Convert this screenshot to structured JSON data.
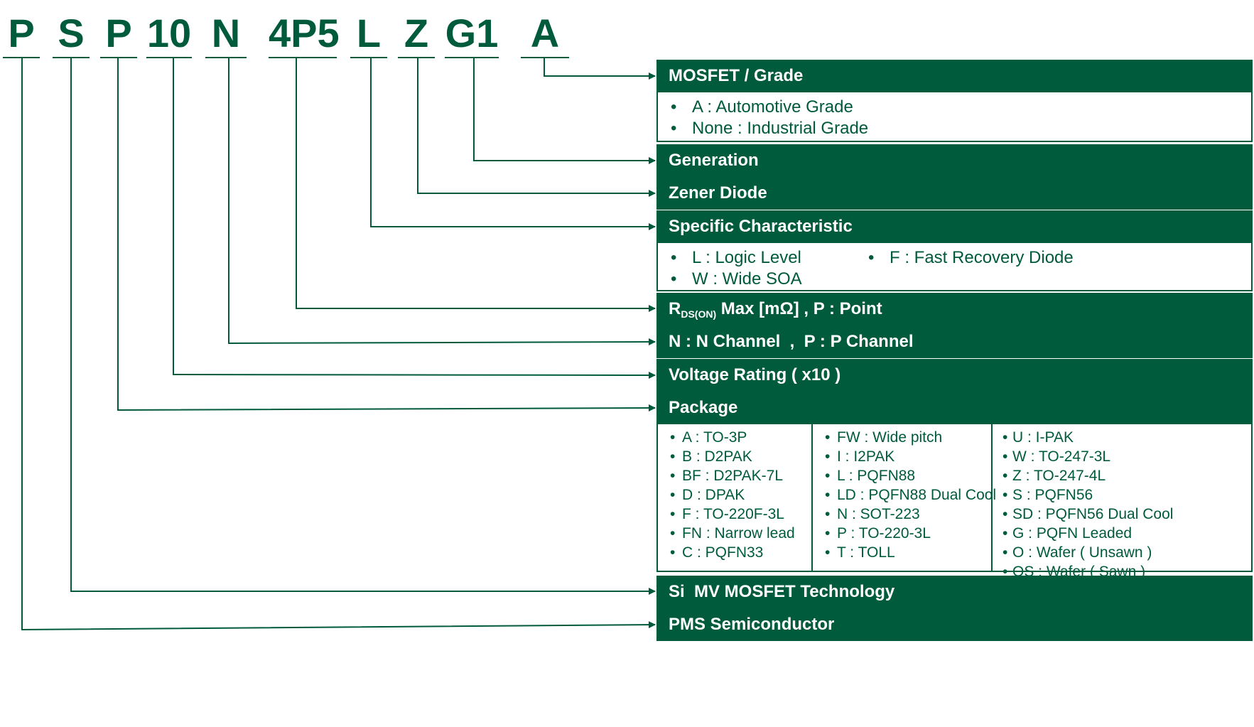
{
  "part_number": [
    "P",
    "S",
    "P",
    "10",
    "N",
    "4P5",
    "L",
    "Z",
    "G1",
    "A"
  ],
  "sections": {
    "grade": {
      "title": "MOSFET / Grade",
      "items": [
        "A : Automotive Grade",
        "None : Industrial Grade"
      ]
    },
    "generation": {
      "title": "Generation"
    },
    "zener": {
      "title": "Zener Diode"
    },
    "specific": {
      "title": "Specific Characteristic",
      "items_left": [
        "L : Logic Level",
        "W : Wide SOA"
      ],
      "items_right": [
        "F : Fast Recovery Diode"
      ]
    },
    "rds": {
      "title_prefix": "R",
      "title_sub": "DS(ON)",
      "title_rest": " Max [mΩ] , P : Point"
    },
    "channel": {
      "title": "N : N Channel  ,  P : P Channel"
    },
    "voltage": {
      "title": "Voltage Rating ( x10 )"
    },
    "package": {
      "title": "Package",
      "col1": [
        "A : TO-3P",
        "B : D2PAK",
        "BF : D2PAK-7L",
        "D : DPAK",
        "F : TO-220F-3L",
        "FN : Narrow lead",
        "C : PQFN33"
      ],
      "col2": [
        "FW : Wide pitch",
        "I : I2PAK",
        "L : PQFN88",
        "LD : PQFN88 Dual Cool",
        "N : SOT-223",
        "P : TO-220-3L",
        "T : TOLL"
      ],
      "col3": [
        "U : I-PAK",
        "W : TO-247-3L",
        "Z : TO-247-4L",
        "S : PQFN56",
        "SD : PQFN56 Dual Cool",
        "G : PQFN Leaded",
        "O : Wafer ( Unsawn )",
        "OS : Wafer ( Sawn )"
      ]
    },
    "technology": {
      "title": "Si  MV MOSFET Technology"
    },
    "company": {
      "title": "PMS Semiconductor"
    }
  },
  "colors": {
    "brand_green": "#005a3c",
    "text_white": "#ffffff"
  }
}
